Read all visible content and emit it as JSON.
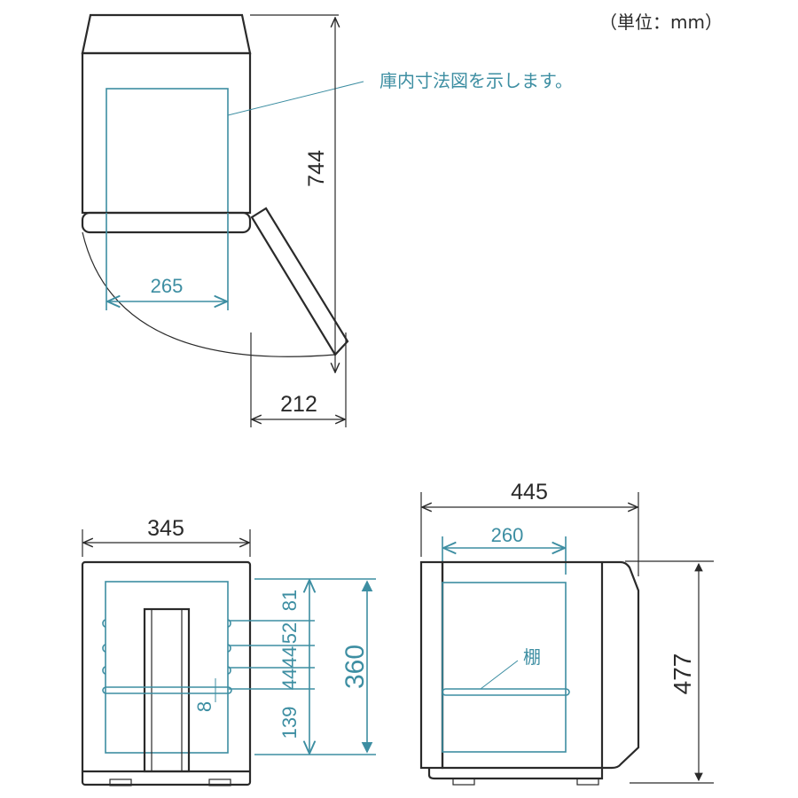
{
  "unit_label": "（単位：mm）",
  "annotation_interior": "庫内寸法図を示します。",
  "annotation_shelf": "棚",
  "colors": {
    "outline": "#2a2a2a",
    "interior": "#3d8ea2"
  },
  "top_view": {
    "depth_with_door_open": "744",
    "interior_width": "265",
    "door_swing": "212"
  },
  "front_view": {
    "width": "345",
    "interior_height": "360",
    "shelf_gaps": [
      "81",
      "52",
      "44",
      "44",
      "139"
    ],
    "shelf_thickness": "8"
  },
  "side_view": {
    "depth": "445",
    "interior_depth": "260",
    "height": "477"
  }
}
